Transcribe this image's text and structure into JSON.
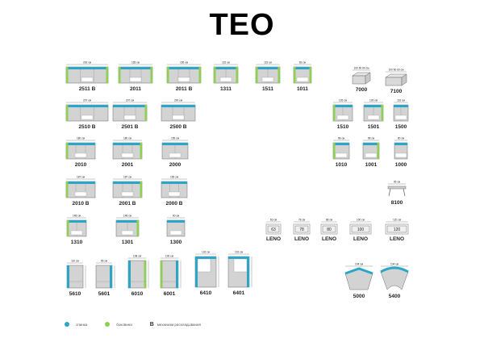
{
  "title": "TEO",
  "colors": {
    "back": "#2aa6c8",
    "side": "#8fd14f",
    "seat": "#d3d3d3",
    "border": "#6b6b6b"
  },
  "modules": [
    {
      "code": "2511 B",
      "dim": "202 см",
      "type": "sofa3",
      "arms": "both"
    },
    {
      "code": "2011",
      "dim": "165 см",
      "type": "sofa3",
      "arms": "both"
    },
    {
      "code": "2011 B",
      "dim": "165 см",
      "type": "sofa3",
      "arms": "both"
    },
    {
      "code": "1311",
      "dim": "115 см",
      "type": "sofa2",
      "arms": "both"
    },
    {
      "code": "1511",
      "dim": "115 см",
      "type": "sofa2",
      "arms": "both"
    },
    {
      "code": "1011",
      "dim": "83 см",
      "type": "sofa1",
      "arms": "both"
    },
    {
      "code": "7000",
      "dim": "100 60 60 см",
      "type": "ottoman"
    },
    {
      "code": "7100",
      "dim": "100 60 60 см",
      "type": "ottoman"
    },
    {
      "code": "2510 B",
      "dim": "207 см",
      "type": "sofa3",
      "arms": "left"
    },
    {
      "code": "2501 B",
      "dim": "207 см",
      "type": "sofa3",
      "arms": "right"
    },
    {
      "code": "2500 B",
      "dim": "200 см",
      "type": "sofa3",
      "arms": "none"
    },
    {
      "code": "1510",
      "dim": "126 см",
      "type": "sofa2",
      "arms": "left"
    },
    {
      "code": "1501",
      "dim": "126 см",
      "type": "sofa2",
      "arms": "right"
    },
    {
      "code": "1500",
      "dim": "116 см",
      "type": "sofa2",
      "arms": "none"
    },
    {
      "code": "2010",
      "dim": "180 см",
      "type": "sofa3",
      "arms": "left"
    },
    {
      "code": "2001",
      "dim": "180 см",
      "type": "sofa3",
      "arms": "right"
    },
    {
      "code": "2000",
      "dim": "155 см",
      "type": "sofa2",
      "arms": "none"
    },
    {
      "code": "1010",
      "dim": "98 см",
      "type": "sofa1",
      "arms": "left"
    },
    {
      "code": "1001",
      "dim": "98 см",
      "type": "sofa1",
      "arms": "right"
    },
    {
      "code": "1000",
      "dim": "80 см",
      "type": "sofa1",
      "arms": "none"
    },
    {
      "code": "2010 B",
      "dim": "187 см",
      "type": "sofa3",
      "arms": "left"
    },
    {
      "code": "2001 B",
      "dim": "187 см",
      "type": "sofa3",
      "arms": "right"
    },
    {
      "code": "2000 B",
      "dim": "165 см",
      "type": "sofa3",
      "arms": "none"
    },
    {
      "code": "8100",
      "dim": "95 см",
      "type": "table"
    },
    {
      "code": "1310",
      "dim": "148 см",
      "type": "sofa2",
      "arms": "left"
    },
    {
      "code": "1301",
      "dim": "148 см",
      "type": "sofa2",
      "arms": "right"
    },
    {
      "code": "1300",
      "dim": "90 см",
      "type": "sofa1",
      "arms": "none"
    },
    {
      "code": "LENO",
      "dim": "63 см",
      "type": "leno",
      "value": "63"
    },
    {
      "code": "LENO",
      "dim": "78 см",
      "type": "leno",
      "value": "78"
    },
    {
      "code": "LENO",
      "dim": "88 см",
      "type": "leno",
      "value": "80"
    },
    {
      "code": "LENO",
      "dim": "100 см",
      "type": "leno",
      "value": "100"
    },
    {
      "code": "LENO",
      "dim": "120 см",
      "type": "leno",
      "value": "120"
    },
    {
      "code": "5610",
      "dim": "110 см",
      "type": "chaiseL"
    },
    {
      "code": "5601",
      "dim": "96 см",
      "type": "chaiseR"
    },
    {
      "code": "6010",
      "dim": "108 см",
      "type": "longL"
    },
    {
      "code": "6001",
      "dim": "100 см",
      "type": "longR"
    },
    {
      "code": "6410",
      "dim": "132 см",
      "type": "cornerL"
    },
    {
      "code": "6401",
      "dim": "102 см",
      "type": "cornerR"
    },
    {
      "code": "5000",
      "dim": "104 см",
      "type": "wedge"
    },
    {
      "code": "5400",
      "dim": "104 см",
      "type": "curve"
    }
  ],
  "legend": {
    "back_label": "спинка",
    "side_label": "боковина",
    "b_letter": "В",
    "b_label": "механизм раскладывания"
  }
}
